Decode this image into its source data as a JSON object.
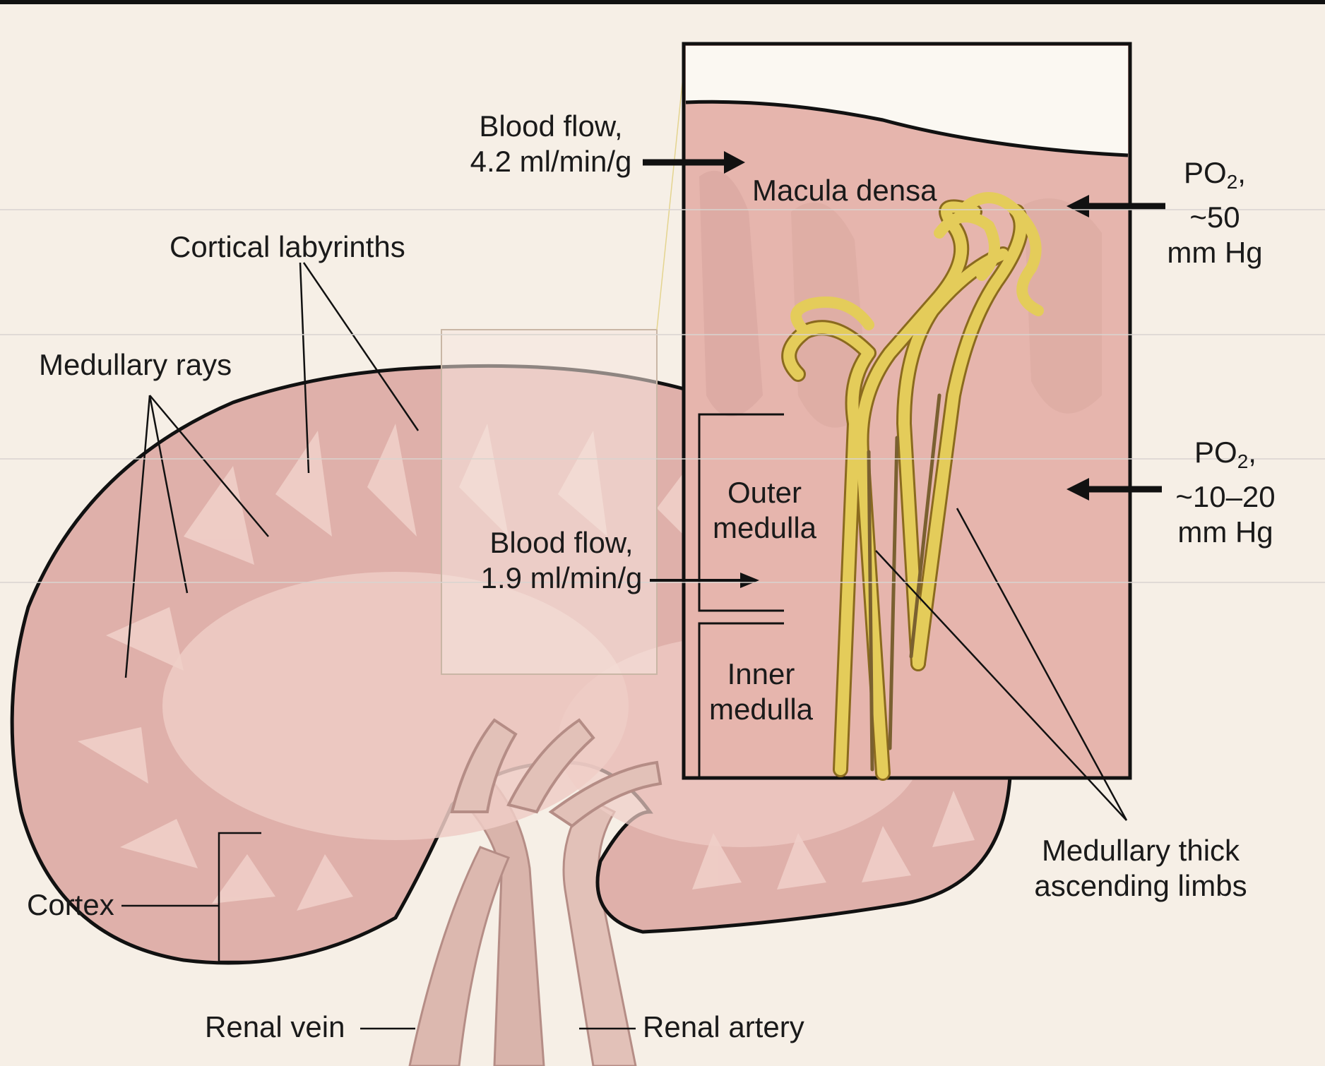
{
  "colors": {
    "background": "#f6efe6",
    "kidney_tissue": "#dfb0aa",
    "cortex_light": "#efcdc6",
    "inset_border": "#111111",
    "nephron": "#e4cc5a",
    "vessel": "#d6b1a8"
  },
  "labels": {
    "cortical_labyrinths": "Cortical labyrinths",
    "medullary_rays": "Medullary rays",
    "cortex": "Cortex",
    "renal_vein": "Renal vein",
    "renal_artery": "Renal artery",
    "macula_densa": "Macula densa",
    "outer_medulla_1": "Outer",
    "outer_medulla_2": "medulla",
    "inner_medulla_1": "Inner",
    "inner_medulla_2": "medulla",
    "medullary_thick_1": "Medullary thick",
    "medullary_thick_2": "ascending limbs"
  },
  "blood_flow_cortex": {
    "line1": "Blood flow,",
    "line2": "4.2 ml/min/g"
  },
  "blood_flow_medulla": {
    "line1": "Blood flow,",
    "line2": "1.9 ml/min/g"
  },
  "po2_cortex": {
    "prefix": "PO",
    "subscript": "2",
    "suffix": ",",
    "value": "~50",
    "unit": "mm Hg"
  },
  "po2_medulla": {
    "prefix": "PO",
    "subscript": "2",
    "suffix": ",",
    "value": "~10–20",
    "unit": "mm Hg"
  }
}
